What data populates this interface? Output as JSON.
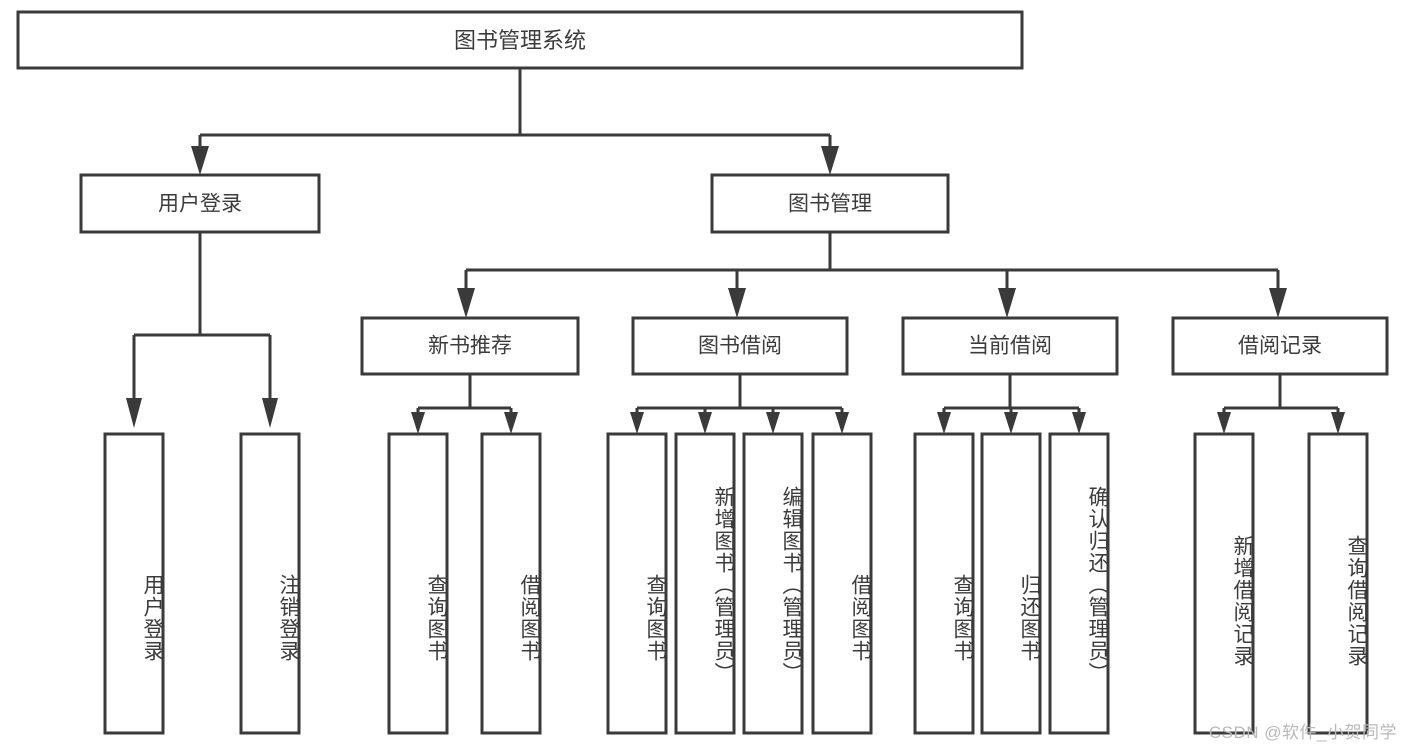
{
  "diagram": {
    "type": "tree-hierarchy",
    "title": "图书管理系统",
    "levels": {
      "root": {
        "label": "图书管理系统"
      },
      "level2": [
        {
          "label": "用户登录"
        },
        {
          "label": "图书管理"
        }
      ],
      "level3": [
        {
          "label": "新书推荐"
        },
        {
          "label": "图书借阅"
        },
        {
          "label": "当前借阅"
        },
        {
          "label": "借阅记录"
        }
      ],
      "leaves": {
        "user_login": [
          {
            "label": "用户登录"
          },
          {
            "label": "注销登录"
          }
        ],
        "new_book_recommend": [
          {
            "label": "查询图书"
          },
          {
            "label": "借阅图书"
          }
        ],
        "book_borrow": [
          {
            "label": "查询图书"
          },
          {
            "label": "新增图书（管理员）"
          },
          {
            "label": "编辑图书（管理员）"
          },
          {
            "label": "借阅图书"
          }
        ],
        "current_borrow": [
          {
            "label": "查询图书"
          },
          {
            "label": "归还图书"
          },
          {
            "label": "确认归还（管理员）"
          }
        ],
        "borrow_record": [
          {
            "label": "新增借阅记录"
          },
          {
            "label": "查询借阅记录"
          }
        ]
      }
    },
    "colors": {
      "box_stroke": "#3a3a3a",
      "box_fill": "#ffffff",
      "text": "#3c3c3c",
      "connector": "#3a3a3a",
      "watermark": "#b9b9b9",
      "background": "#ffffff"
    }
  },
  "watermark": {
    "text": "CSDN @软件_小贺同学"
  }
}
